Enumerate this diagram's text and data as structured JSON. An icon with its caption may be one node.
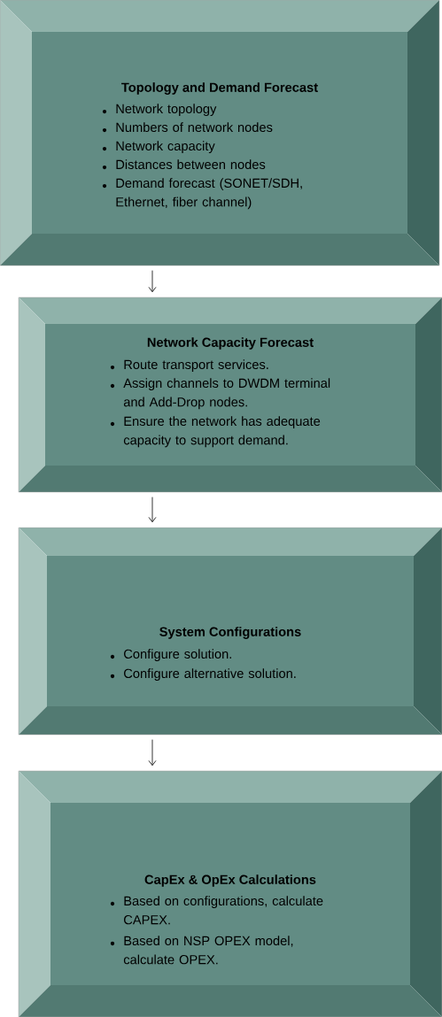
{
  "diagram": {
    "nodes": [
      {
        "text": [
          "Topology and Demand Forecast",
          "Network topology",
          "Numbers of network nodes",
          "Network capacity",
          "Distances between nodes",
          "Demand forecast (SONET/SDH, Ethernet, fiber channel)"
        ]
      },
      {
        "text": [
          "Network Capacity Forecast",
          "Route transport services.",
          "Assign channels to DWDM terminal and Add-Drop nodes.",
          "Ensure the network has adequate capacity to support demand."
        ]
      },
      {
        "text": [
          "System Configurations",
          "Configure solution.",
          "Configure alternative solution."
        ]
      },
      {
        "text": [
          "CapEx & OpEx Calculations",
          "Based on configurations, calculate CAPEX.",
          "Based on NSP OPEX model, calculate OPEX."
        ]
      }
    ],
    "edges": [
      {
        "from": 0,
        "to": 1,
        "arrow": "to"
      },
      {
        "from": 1,
        "to": 2,
        "arrow": "to"
      },
      {
        "from": 2,
        "to": 3,
        "arrow": "to"
      }
    ]
  }
}
